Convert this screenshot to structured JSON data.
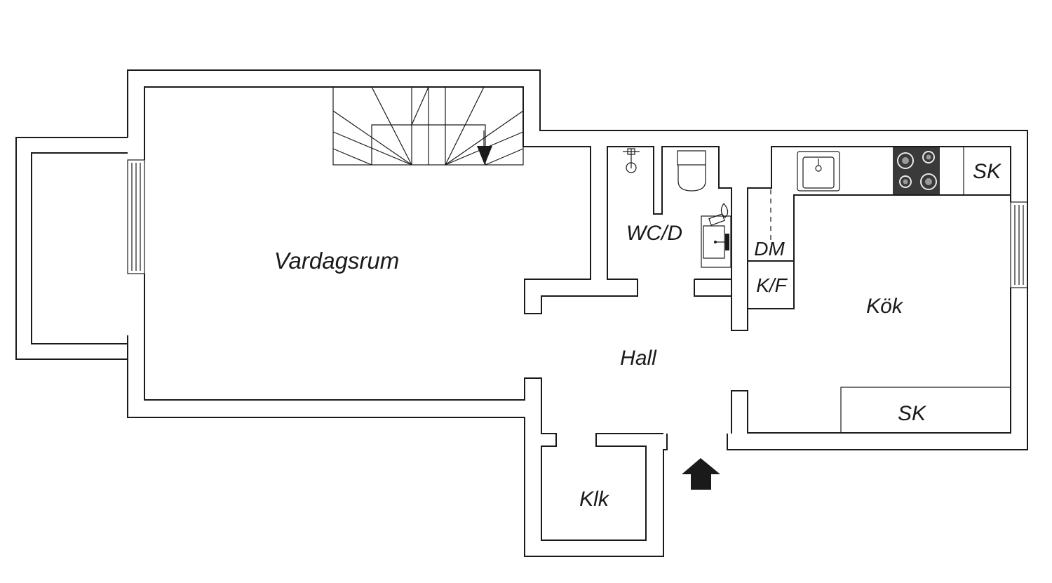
{
  "rooms": {
    "vardagsrum": "Vardagsrum",
    "wc_d": "WC/D",
    "dm": "DM",
    "kf": "K/F",
    "kok": "Kök",
    "hall": "Hall",
    "klk": "Klk",
    "sk_top": "SK",
    "sk_bottom": "SK"
  },
  "icons": {
    "entrance": "entrance-arrow-icon",
    "stair_direction": "stair-direction-arrow-icon",
    "toilet": "toilet-icon",
    "shower": "shower-icon",
    "washbasin": "washbasin-icon",
    "kitchen_sink": "kitchen-sink-icon",
    "stove": "stove-icon"
  },
  "colors": {
    "line": "#1a1a1a",
    "background": "#ffffff",
    "stove": "#3a3a3a"
  }
}
